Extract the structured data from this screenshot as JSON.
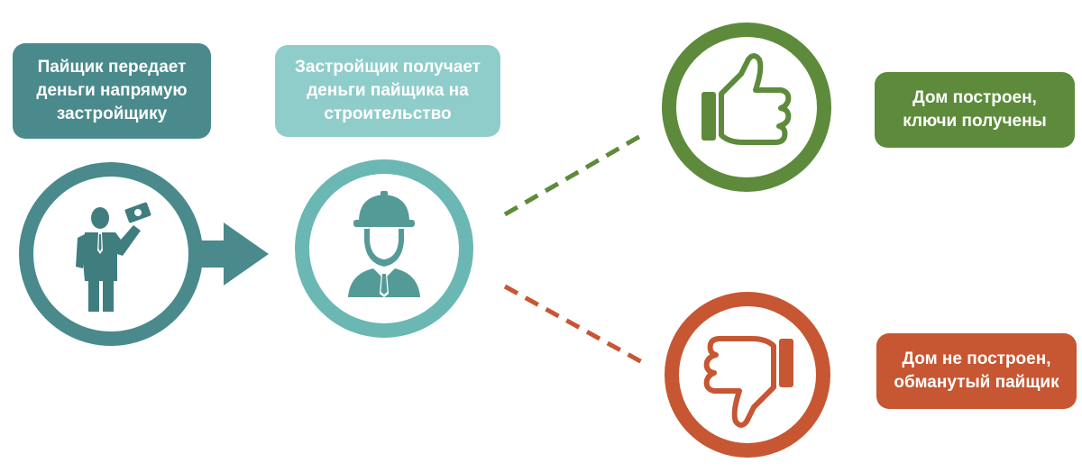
{
  "labels": {
    "investor": [
      "Пайщик передает",
      "деньги напрямую",
      "застройщику"
    ],
    "developer": [
      "Застройщик получает",
      "деньги пайщика на",
      "строительство"
    ],
    "success": [
      "Дом построен,",
      "ключи получены"
    ],
    "fail": [
      "Дом не построен,",
      "обманутый пайщик"
    ]
  },
  "icons": {
    "investor": "businessman-holding-money-icon",
    "developer": "builder-hardhat-icon",
    "success": "thumbs-up-icon",
    "fail": "thumbs-down-icon"
  },
  "colors": {
    "investor": "#4a8a8c",
    "developer": "#8fcdcb",
    "developer_ring": "#6ab7b3",
    "success": "#5d8b3b",
    "fail": "#c75632",
    "investor_figure": "#3f7d7f",
    "builder_figure": "#549b98"
  }
}
